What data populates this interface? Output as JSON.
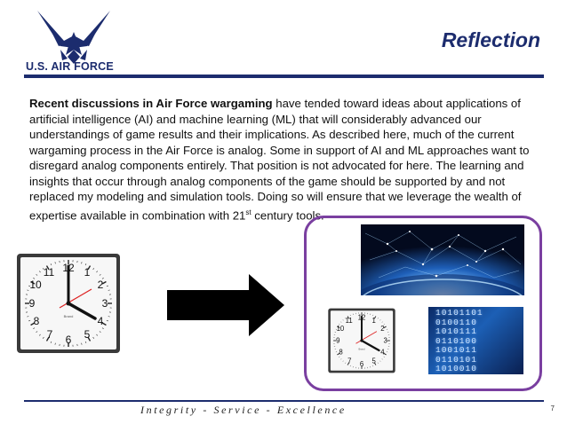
{
  "header": {
    "logo_text": "U.S. AIR FORCE",
    "title": "Reflection"
  },
  "body": {
    "lead_bold": "Recent discussions in Air Force wargaming",
    "part1": " have tended toward ideas about applications of artificial intelligence (AI) and machine learning (ML) that will considerably advanced our understandings of game results and their implications. As described here, much of the current wargaming process in the Air Force is analog. Some in support of AI and ML approaches want to disregard analog components entirely. That position is not advocated for here. The learning and insights that occur through analog components of the game should be supported by and not replaced my modeling and simulation tools. Doing so will ensure that we leverage the wealth of expertise available in combination with 21",
    "superscript": "st",
    "part2": " century tools."
  },
  "clock": {
    "numerals": [
      "12",
      "1",
      "2",
      "3",
      "4",
      "5",
      "6",
      "7",
      "8",
      "9",
      "10",
      "11"
    ],
    "brand": "Brand"
  },
  "binary_text": [
    "10101101",
    "0100110",
    "1010111",
    "0110100",
    "1001011",
    "0110101",
    "1010010"
  ],
  "footer": {
    "motto": "Integrity - Service - Excellence",
    "page_number": "7"
  },
  "colors": {
    "navy": "#1c2c6e",
    "frame_purple": "#7a3fa0"
  }
}
